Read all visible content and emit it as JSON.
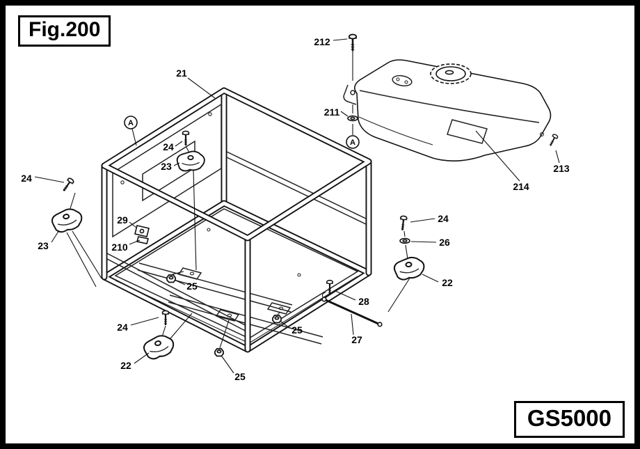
{
  "figure": {
    "label": "Fig.200"
  },
  "model": {
    "label": "GS5000"
  },
  "callouts": {
    "bolt_212": "212",
    "washer_211": "211",
    "bolt_213": "213",
    "tank_214": "214",
    "frame_21": "21",
    "bolt_24_top": "24",
    "mount_23_top": "23",
    "bolt_24_left": "24",
    "mount_23_left": "23",
    "clip_29": "29",
    "plate_210": "210",
    "nut_25_a": "25",
    "nut_25_b": "25",
    "nut_25_c": "25",
    "bolt_24_right": "24",
    "washer_26": "26",
    "mount_22_right": "22",
    "bolt_28": "28",
    "rod_27": "27",
    "bolt_24_bottom": "24",
    "mount_22_bottom": "22",
    "marker_a_frame": "A",
    "marker_a_tank": "A"
  }
}
